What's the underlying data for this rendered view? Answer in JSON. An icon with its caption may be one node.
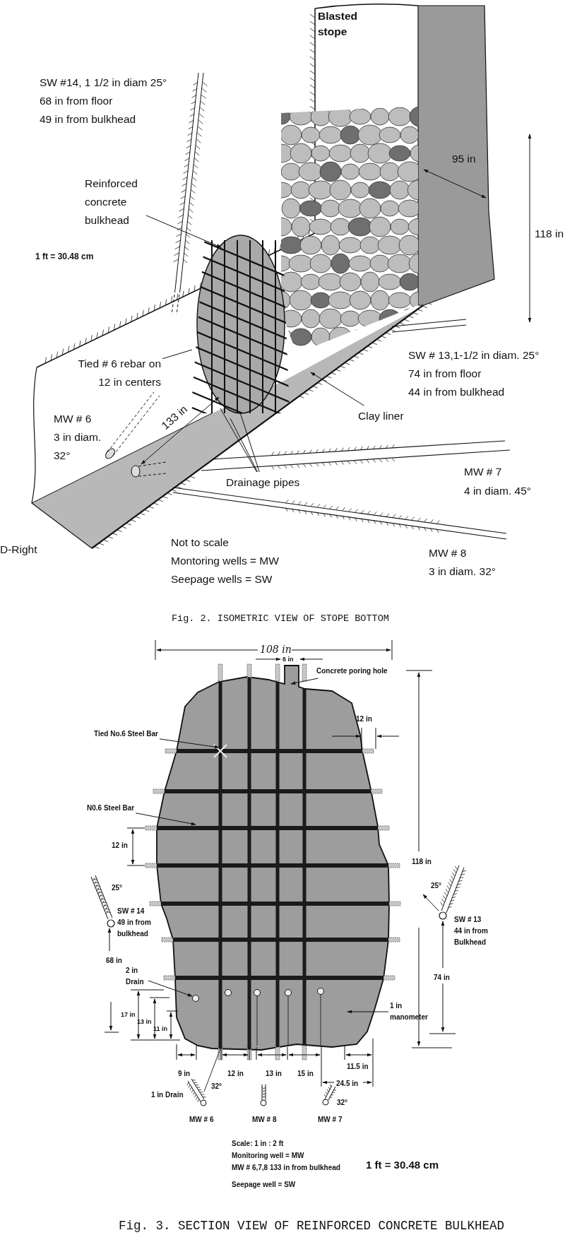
{
  "diagram": {
    "nodes": [
      {
        "text": [
          "Reinforced concrete bulkhead"
        ]
      },
      {
        "text": [
          "Tied # 6 rebar on 12 in centers"
        ]
      },
      {
        "text": [
          "Clay liner"
        ]
      },
      {
        "text": [
          "Drainage pipes"
        ]
      },
      {
        "text": [
          "Concrete poring hole"
        ]
      },
      {
        "text": [
          "Tied No.6 Steel Bar"
        ]
      },
      {
        "text": [
          "N0.6 Steel Bar"
        ]
      },
      {
        "text": [
          "2 in Drain"
        ]
      },
      {
        "text": [
          "1 in manometer"
        ]
      }
    ],
    "edges": [
      {
        "from": 0,
        "to": null,
        "arrow": "to"
      },
      {
        "from": 1,
        "to": null,
        "arrow": "none"
      },
      {
        "from": 2,
        "to": null,
        "arrow": "to"
      },
      {
        "from": 3,
        "to": null,
        "arrow": "none"
      },
      {
        "from": 3,
        "to": null,
        "arrow": "none"
      },
      {
        "from": 3,
        "to": null,
        "arrow": "none"
      },
      {
        "from": 4,
        "to": null,
        "arrow": "to"
      },
      {
        "from": 5,
        "to": null,
        "arrow": "to"
      },
      {
        "from": 6,
        "to": null,
        "arrow": "to"
      },
      {
        "from": 7,
        "to": null,
        "arrow": "to"
      },
      {
        "from": 8,
        "to": null,
        "arrow": "to"
      }
    ],
    "labels": [
      "Blasted stope",
      "SW #14, 1 1/2 in diam 25°",
      "68 in from floor",
      "49 in from bulkhead",
      "95 in",
      "118 in",
      "1 ft = 30.48 cm",
      "SW # 13,1-1/2 in diam. 25°",
      "74 in from floor",
      "44 in from bulkhead",
      "MW # 6",
      "3 in diam.",
      "32°",
      "133 in",
      "MW # 7",
      "4 in diam. 45°",
      "D-Right",
      "Not to scale",
      "Montoring wells = MW",
      "Seepage wells = SW",
      "MW # 8",
      "3 in diam. 32°",
      "Fig. 2. ISOMETRIC VIEW OF STOPE BOTTOM",
      "108 in",
      "6 in",
      "12 in",
      "12 in",
      "118 in",
      "25°",
      "SW # 14",
      "49 in from bulkhead",
      "68 in",
      "25°",
      "SW # 13",
      "44 in from Bulkhead",
      "74 in",
      "17 in",
      "13 in",
      "11 in",
      "11.5 in",
      "9 in",
      "12 in",
      "13 in",
      "15 in",
      "24.5 in",
      "32°",
      "1 in Drain",
      "32°",
      "MW # 6",
      "MW # 8",
      "MW # 7",
      "Scale: 1 in : 2 ft",
      "Monitoring well = MW",
      "MW # 6,7,8 133 in from bulkhead",
      "Seepage well = SW",
      "1 ft = 30.48 cm",
      "Fig. 3. SECTION VIEW OF REINFORCED CONCRETE BULKHEAD"
    ]
  }
}
